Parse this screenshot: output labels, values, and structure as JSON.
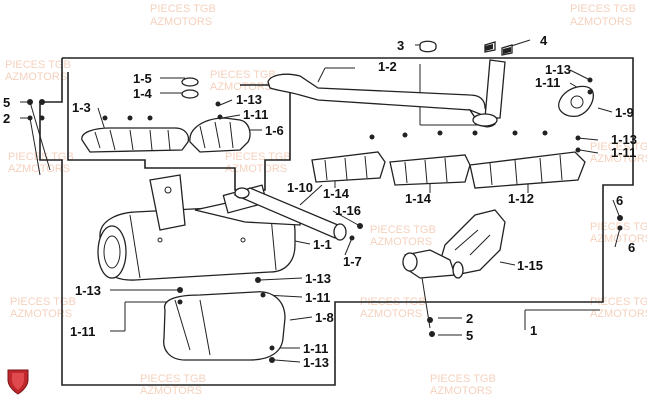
{
  "watermark": {
    "line1": "PIECES TGB",
    "line2": "AZMOTORS",
    "color": "#f2c2a8"
  },
  "logo": {
    "name": "azmotors-shield-logo",
    "color": "#c0282d"
  },
  "callouts": {
    "c3": "3",
    "c4": "4",
    "c1_2": "1-2",
    "c1_13_top": "1-13",
    "c1_11_top": "1-11",
    "c1_9": "1-9",
    "c5_left": "5",
    "c2_left": "2",
    "c1_5": "1-5",
    "c1_4": "1-4",
    "c1_3": "1-3",
    "c1_13_mid": "1-13",
    "c1_11_mid": "1-11",
    "c1_6": "1-6",
    "c1_13_right": "1-13",
    "c1_11_right": "1-11",
    "c1_10": "1-10",
    "c1_14_a": "1-14",
    "c1_14_b": "1-14",
    "c1_12": "1-12",
    "c1_16": "1-16",
    "c1_7": "1-7",
    "c1_1": "1-1",
    "c6_top": "6",
    "c6_bottom": "6",
    "c1_15": "1-15",
    "c1_13_low_left": "1-13",
    "c1_13_low_mid": "1-13",
    "c1_11_low_mid": "1-11",
    "c1_11_left": "1-11",
    "c1_8": "1-8",
    "c2_right": "2",
    "c5_right": "5",
    "c1_11_bottom": "1-11",
    "c1_13_bottom": "1-13",
    "c1": "1"
  }
}
